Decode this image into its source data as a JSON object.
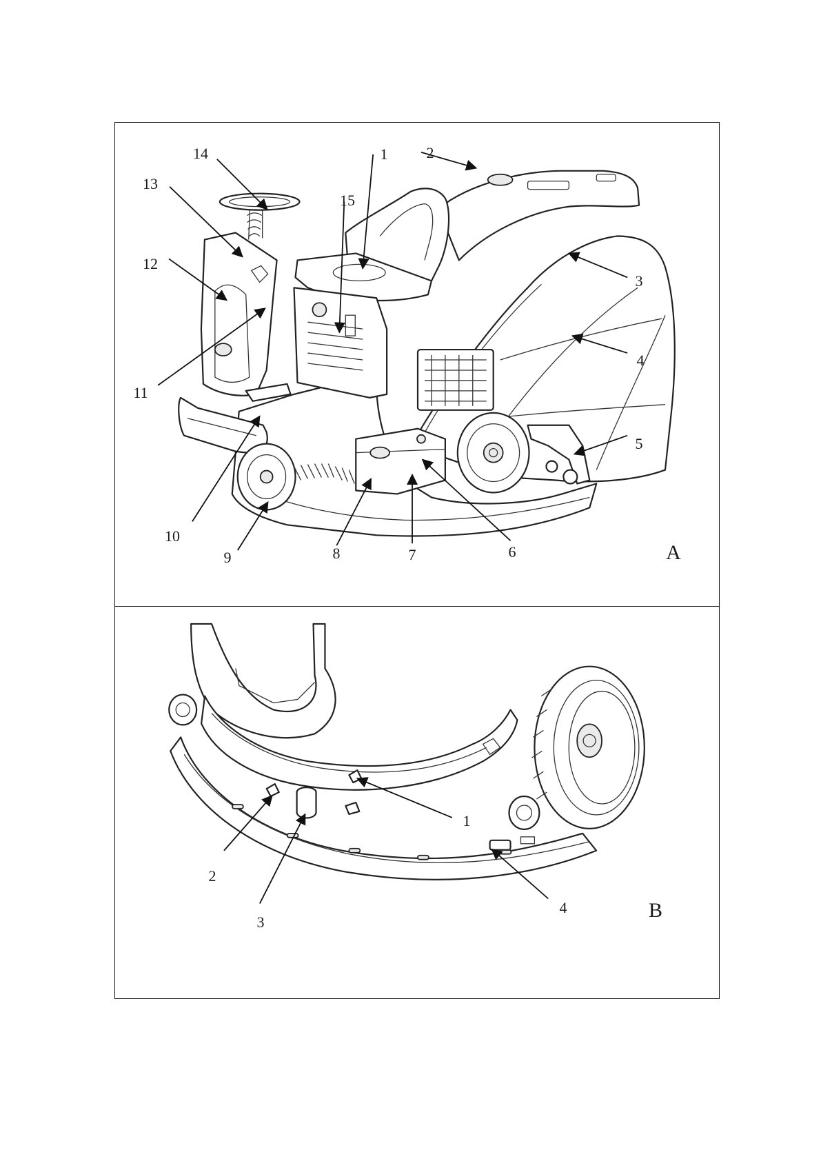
{
  "panel_a": {
    "letter": "A",
    "callouts": [
      "1",
      "2",
      "3",
      "4",
      "5",
      "6",
      "7",
      "8",
      "9",
      "10",
      "11",
      "12",
      "13",
      "14",
      "15"
    ]
  },
  "panel_b": {
    "letter": "B",
    "callouts": [
      "1",
      "2",
      "3",
      "4"
    ]
  },
  "colors": {
    "line": "#222222",
    "background": "#ffffff",
    "shade": "#eaeaea"
  }
}
